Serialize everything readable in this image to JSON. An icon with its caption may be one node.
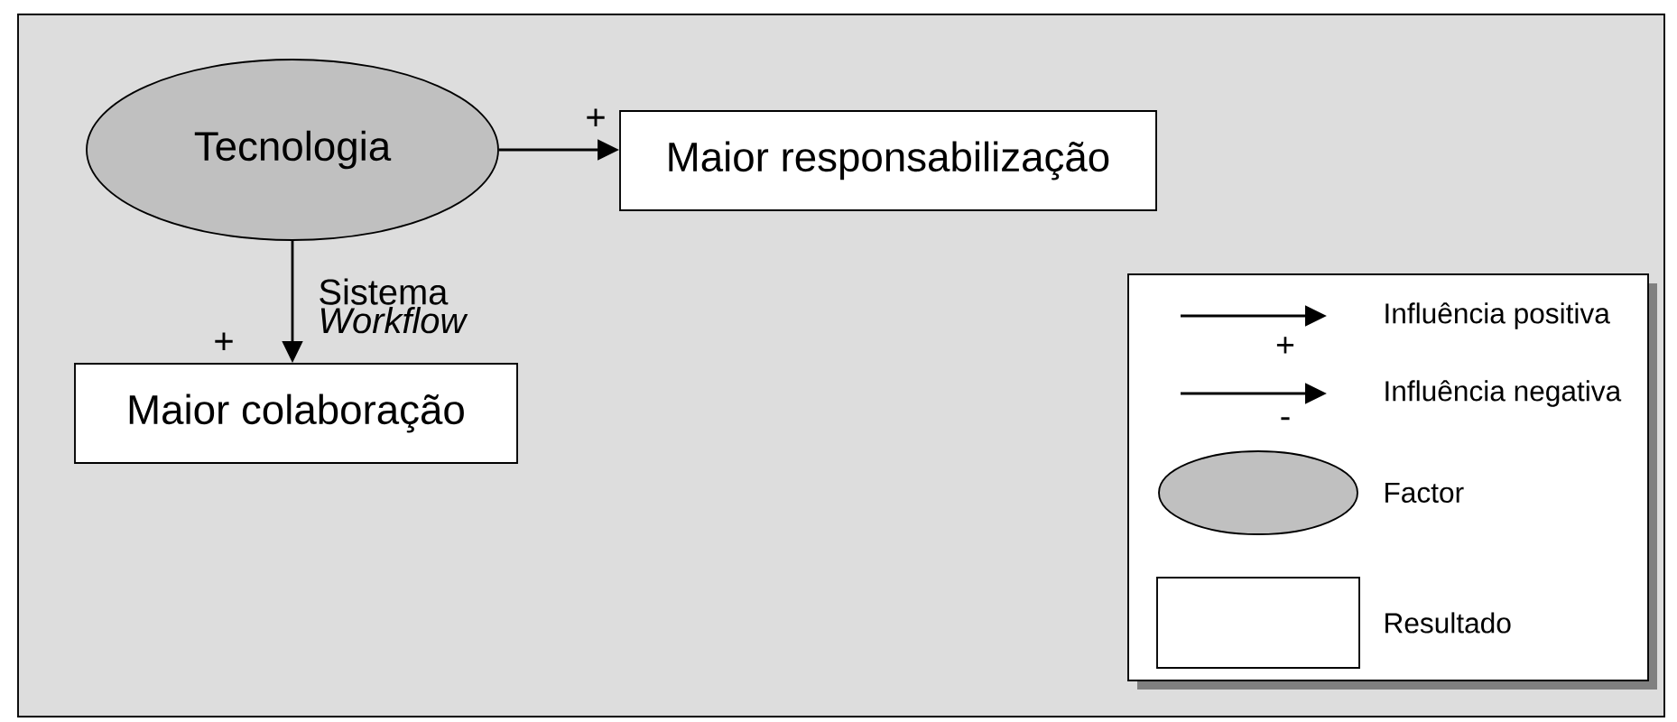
{
  "diagram": {
    "nodes": [
      {
        "text": [
          "Tecnologia"
        ]
      },
      {
        "text": [
          "Maior responsabilização"
        ],
        "beside": [
          "+"
        ]
      },
      {
        "text": [
          "Maior colaboração"
        ],
        "beside": [
          "+"
        ]
      }
    ],
    "edges": [
      {
        "from": 0,
        "to": 1,
        "arrow": "to"
      },
      {
        "from": 0,
        "to": 2,
        "arrow": "to",
        "label": "Sistema *Workflow*"
      }
    ],
    "labels": [
      "+",
      "-"
    ],
    "legend": [
      {
        "text": "Influência positiva"
      },
      {
        "text": "Influência negativa"
      },
      {
        "text": "Factor"
      },
      {
        "text": "Resultado"
      }
    ]
  }
}
